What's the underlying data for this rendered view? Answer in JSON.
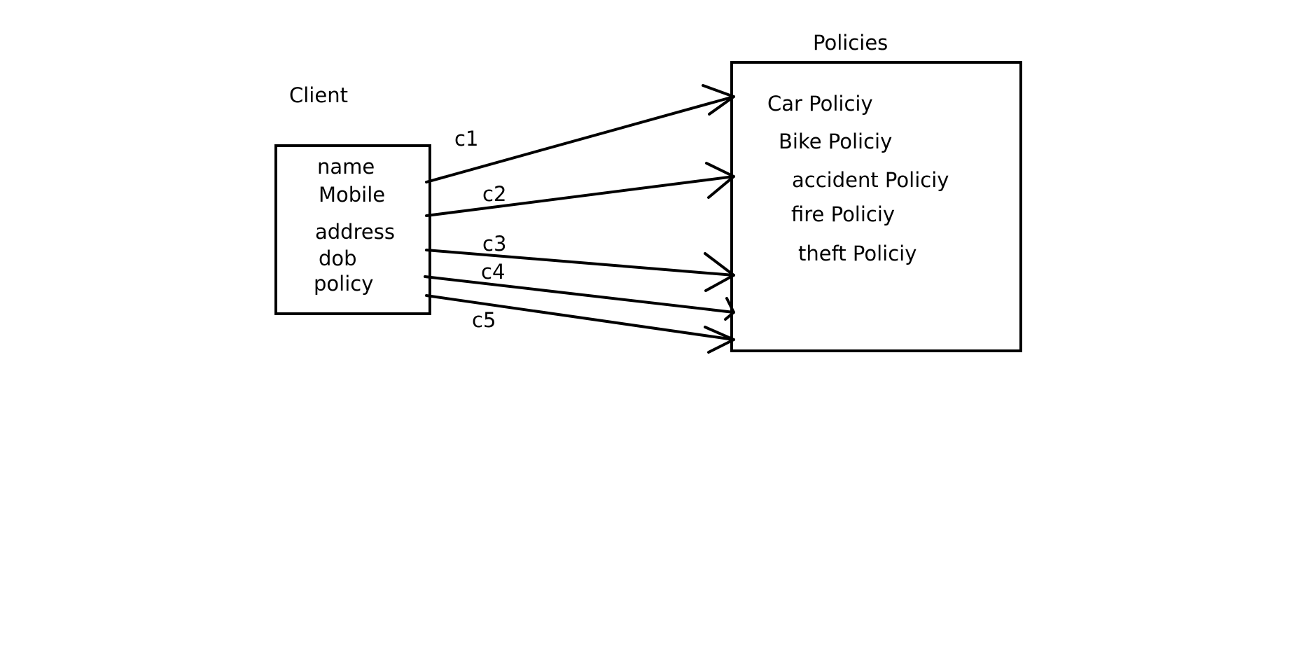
{
  "client": {
    "title": "Client",
    "fields": [
      "name",
      "Mobile",
      "address",
      "dob",
      "policy"
    ]
  },
  "policies": {
    "title": "Policies",
    "items": [
      "Car Policiy",
      "Bike Policiy",
      "accident Policiy",
      "fire Policiy",
      "theft Policiy"
    ]
  },
  "connections": [
    "c1",
    "c2",
    "c3",
    "c4",
    "c5"
  ],
  "colors": {
    "stroke": "#000000",
    "background": "#ffffff"
  }
}
